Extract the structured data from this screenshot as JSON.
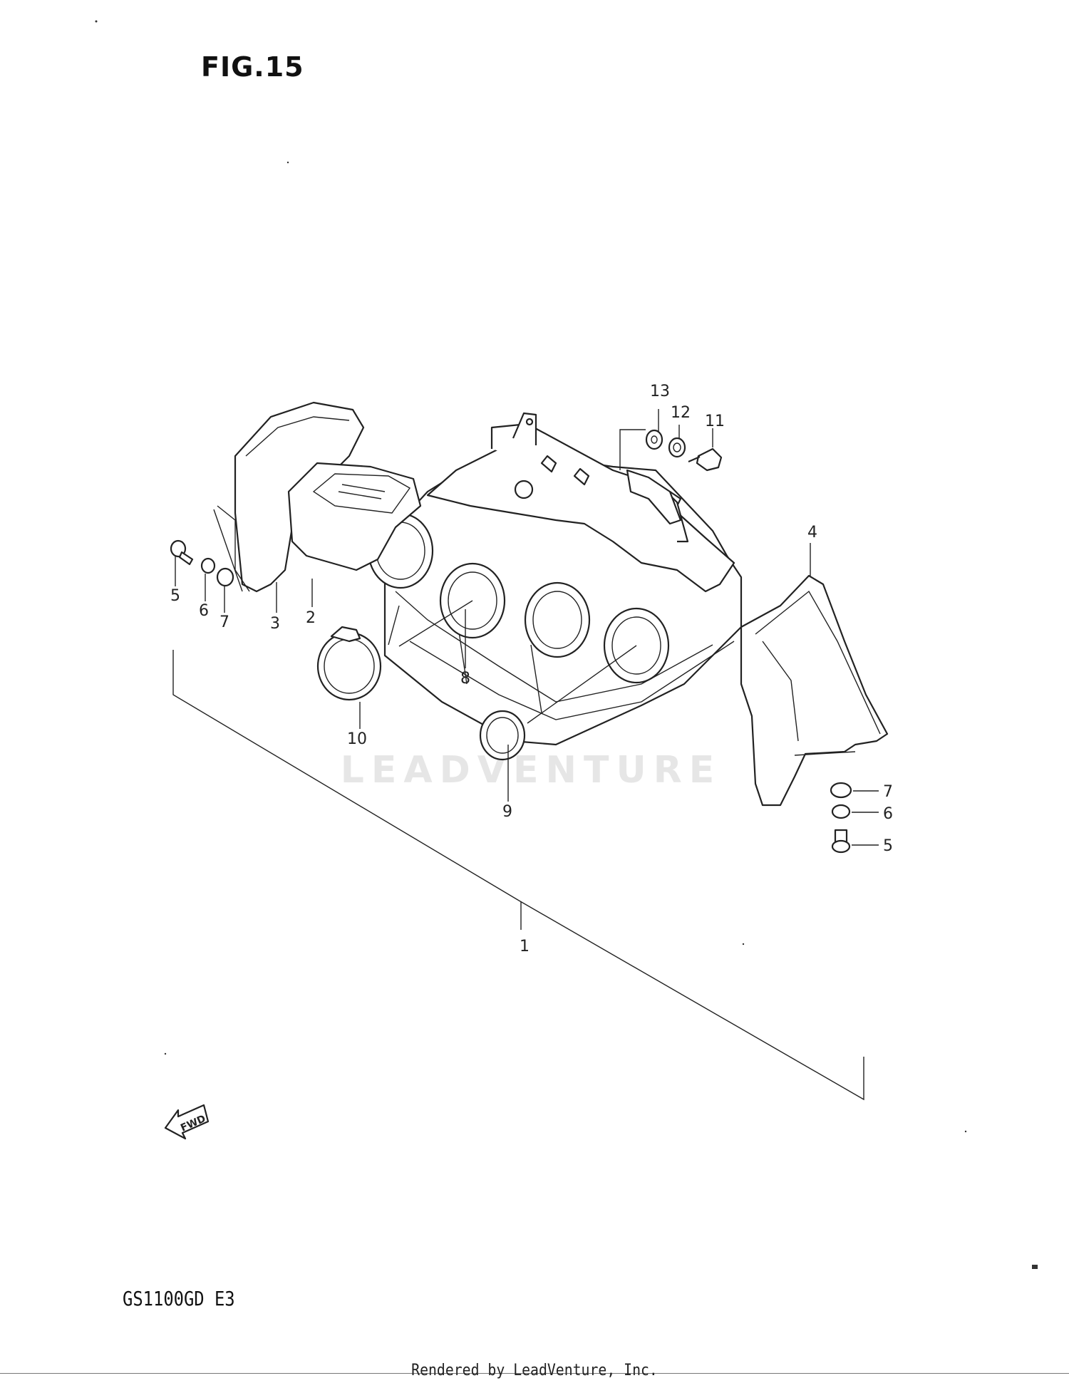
{
  "figure": {
    "title": "FIG.15",
    "model_code": "GS1100GD  E3",
    "watermark": "LEADVENTURE",
    "footer": "Rendered by LeadVenture, Inc.",
    "fwd_label": "FWD"
  },
  "callouts": [
    {
      "id": "13",
      "label": "13"
    },
    {
      "id": "12",
      "label": "12"
    },
    {
      "id": "11",
      "label": "11"
    },
    {
      "id": "4",
      "label": "4"
    },
    {
      "id": "5l",
      "label": "5"
    },
    {
      "id": "6l",
      "label": "6"
    },
    {
      "id": "7l",
      "label": "7"
    },
    {
      "id": "3",
      "label": "3"
    },
    {
      "id": "2",
      "label": "2"
    },
    {
      "id": "8",
      "label": "8"
    },
    {
      "id": "10",
      "label": "10"
    },
    {
      "id": "9",
      "label": "9"
    },
    {
      "id": "7r",
      "label": "7"
    },
    {
      "id": "6r",
      "label": "6"
    },
    {
      "id": "5r",
      "label": "5"
    },
    {
      "id": "1",
      "label": "1"
    }
  ]
}
